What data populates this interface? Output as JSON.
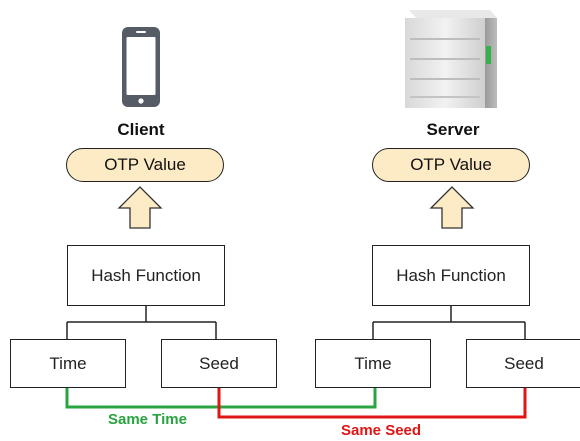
{
  "client": {
    "title": "Client",
    "otp": "OTP Value",
    "hash": "Hash Function",
    "time": "Time",
    "seed": "Seed"
  },
  "server": {
    "title": "Server",
    "otp": "OTP Value",
    "hash": "Hash Function",
    "time": "Time",
    "seed": "Seed"
  },
  "links": {
    "same_time": "Same Time",
    "same_seed": "Same Seed"
  },
  "colors": {
    "otp_fill": "#fdebc6",
    "same_time": "#2aa341",
    "same_seed": "#e01515"
  },
  "icons": {
    "client": "smartphone-icon",
    "server": "server-tower-icon"
  }
}
